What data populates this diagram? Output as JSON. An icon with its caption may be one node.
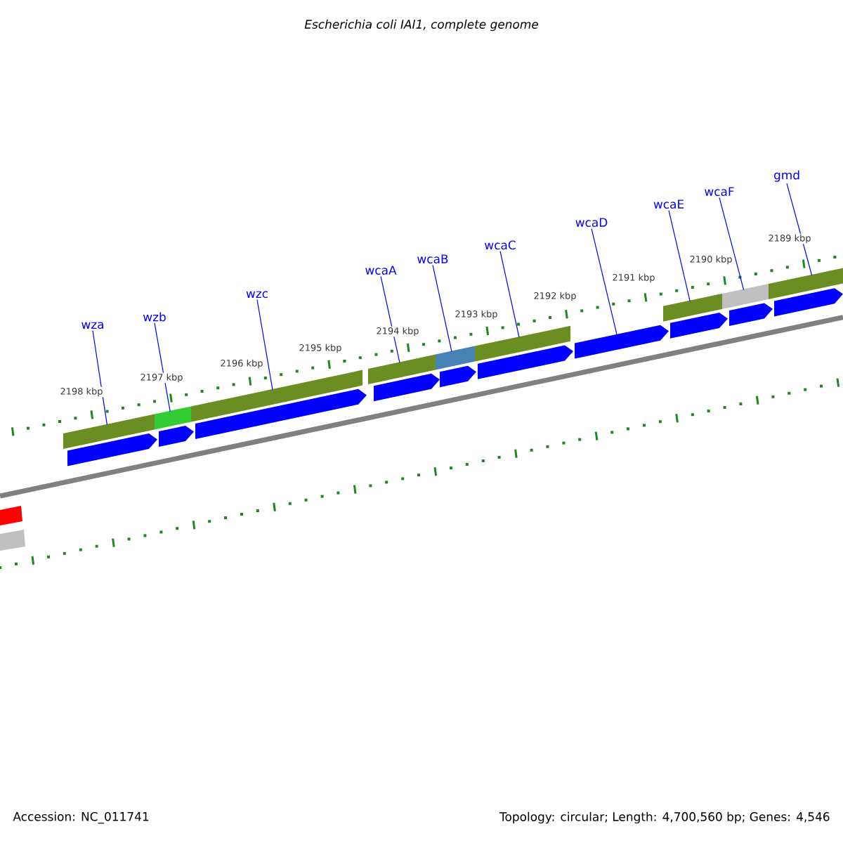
{
  "diagram": {
    "title": "Escherichia coli IAI1, complete genome",
    "nodes": [
      {
        "text": [
          "wza"
        ]
      },
      {
        "text": [
          "wzb"
        ]
      },
      {
        "text": [
          "wzc"
        ]
      },
      {
        "text": [
          "wcaA"
        ]
      },
      {
        "text": [
          "wcaB"
        ]
      },
      {
        "text": [
          "wcaC"
        ]
      },
      {
        "text": [
          "wcaD"
        ]
      },
      {
        "text": [
          "wcaE"
        ]
      },
      {
        "text": [
          "wcaF"
        ]
      },
      {
        "text": [
          "gmd"
        ]
      },
      {
        "text": [],
        "shape": "bar"
      },
      {
        "text": [],
        "shape": "bar"
      },
      {
        "text": [],
        "shape": "bar"
      },
      {
        "text": [],
        "shape": "bar"
      },
      {
        "text": [],
        "shape": "bar"
      },
      {
        "text": [],
        "shape": "bar"
      },
      {
        "text": [],
        "shape": "bar"
      },
      {
        "text": [],
        "shape": "bar"
      },
      {
        "text": [],
        "shape": "bar"
      },
      {
        "text": [],
        "shape": "box"
      },
      {
        "text": [],
        "shape": "box"
      },
      {
        "text": [],
        "shape": "box"
      },
      {
        "text": [],
        "shape": "box"
      },
      {
        "text": [],
        "shape": "box"
      },
      {
        "text": [],
        "shape": "box"
      },
      {
        "text": [],
        "shape": "box"
      },
      {
        "text": [],
        "shape": "box"
      },
      {
        "text": [],
        "shape": "box"
      },
      {
        "text": [],
        "shape": "box"
      },
      {
        "text": [],
        "shape": "bar"
      },
      {
        "text": [],
        "shape": "bar"
      }
    ],
    "edges": [
      {
        "from": 0,
        "to": 10,
        "arrow": "none"
      },
      {
        "from": 1,
        "to": 11,
        "arrow": "none"
      },
      {
        "from": 2,
        "to": 12,
        "arrow": "none"
      },
      {
        "from": 3,
        "to": 13,
        "arrow": "none"
      },
      {
        "from": 4,
        "to": 14,
        "arrow": "none"
      },
      {
        "from": 5,
        "to": 15,
        "arrow": "none"
      },
      {
        "from": 6,
        "to": 25,
        "arrow": "none"
      },
      {
        "from": 7,
        "to": 16,
        "arrow": "none"
      },
      {
        "from": 8,
        "to": 17,
        "arrow": "none"
      },
      {
        "from": 9,
        "to": 18,
        "arrow": "none"
      }
    ],
    "labels": [
      "2198 kbp",
      "2197 kbp",
      "2196 kbp",
      "2195 kbp",
      "2194 kbp",
      "2193 kbp",
      "2192 kbp",
      "2191 kbp",
      "2190 kbp",
      "2189 kbp",
      "Accession: NC_011741",
      "Topology: circular; Length: 4,700,560 bp; Genes: 4,546"
    ]
  }
}
